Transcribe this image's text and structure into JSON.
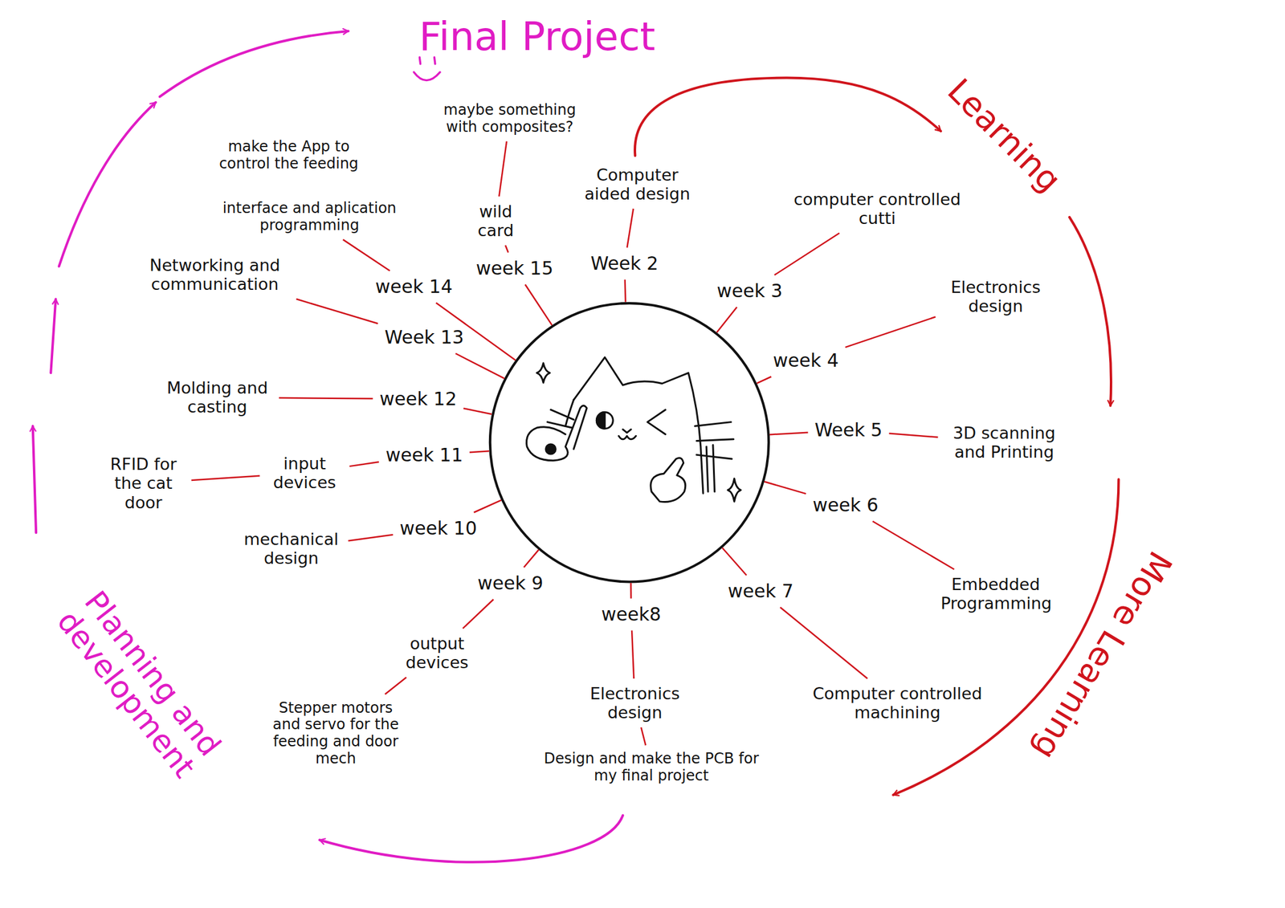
{
  "diagram": {
    "title": "Final Project",
    "nodes": [
      {
        "text": [
          "Week 2"
        ]
      },
      {
        "text": [
          "Computer aided design"
        ]
      },
      {
        "text": [
          "week 3"
        ]
      },
      {
        "text": [
          "computer controlled cutti"
        ]
      },
      {
        "text": [
          "week 4"
        ]
      },
      {
        "text": [
          "Electronics design"
        ]
      },
      {
        "text": [
          "Week 5"
        ]
      },
      {
        "text": [
          "3D scanning and Printing"
        ]
      },
      {
        "text": [
          "week 6"
        ]
      },
      {
        "text": [
          "Embedded Programming"
        ]
      },
      {
        "text": [
          "week 7"
        ]
      },
      {
        "text": [
          "Computer controlled machining"
        ]
      },
      {
        "text": [
          "week8"
        ]
      },
      {
        "text": [
          "Electronics design"
        ]
      },
      {
        "text": [
          "Design and make the PCB for my final project"
        ]
      },
      {
        "text": [
          "week 9"
        ]
      },
      {
        "text": [
          "output devices"
        ]
      },
      {
        "text": [
          "Stepper motors and servo for the feeding and door mech"
        ]
      },
      {
        "text": [
          "week 10"
        ]
      },
      {
        "text": [
          "mechanical design"
        ]
      },
      {
        "text": [
          "week 11"
        ]
      },
      {
        "text": [
          "input devices"
        ]
      },
      {
        "text": [
          "RFID for the cat door"
        ]
      },
      {
        "text": [
          "week 12"
        ]
      },
      {
        "text": [
          "Molding and casting"
        ]
      },
      {
        "text": [
          "Week 13"
        ]
      },
      {
        "text": [
          "Networking and communication"
        ]
      },
      {
        "text": [
          "week 14"
        ]
      },
      {
        "text": [
          "interface and aplication programming"
        ]
      },
      {
        "text": [
          "make the App to control the feeding"
        ]
      },
      {
        "text": [
          "week 15"
        ]
      },
      {
        "text": [
          "wild card"
        ]
      },
      {
        "text": [
          "maybe something with composites?"
        ]
      }
    ],
    "edges": [
      {
        "from": 0,
        "to": 1,
        "arrow": "none"
      },
      {
        "from": 2,
        "to": 3,
        "arrow": "none"
      },
      {
        "from": 4,
        "to": 5,
        "arrow": "none"
      },
      {
        "from": 6,
        "to": 7,
        "arrow": "none"
      },
      {
        "from": 8,
        "to": 9,
        "arrow": "none"
      },
      {
        "from": 10,
        "to": 11,
        "arrow": "none"
      },
      {
        "from": 12,
        "to": 13,
        "arrow": "none"
      },
      {
        "from": 13,
        "to": 14,
        "arrow": "none"
      },
      {
        "from": 15,
        "to": 16,
        "arrow": "none"
      },
      {
        "from": 16,
        "to": 17,
        "arrow": "none"
      },
      {
        "from": 18,
        "to": 19,
        "arrow": "none"
      },
      {
        "from": 20,
        "to": 21,
        "arrow": "none"
      },
      {
        "from": 21,
        "to": 22,
        "arrow": "none"
      },
      {
        "from": 23,
        "to": 24,
        "arrow": "none"
      },
      {
        "from": 25,
        "to": 26,
        "arrow": "none"
      },
      {
        "from": 27,
        "to": 28,
        "arrow": "none"
      },
      {
        "from": 30,
        "to": 31,
        "arrow": "none"
      },
      {
        "from": 31,
        "to": 32,
        "arrow": "none"
      }
    ],
    "labels": [
      "Learning",
      "More Learning",
      "Planning and development"
    ]
  }
}
